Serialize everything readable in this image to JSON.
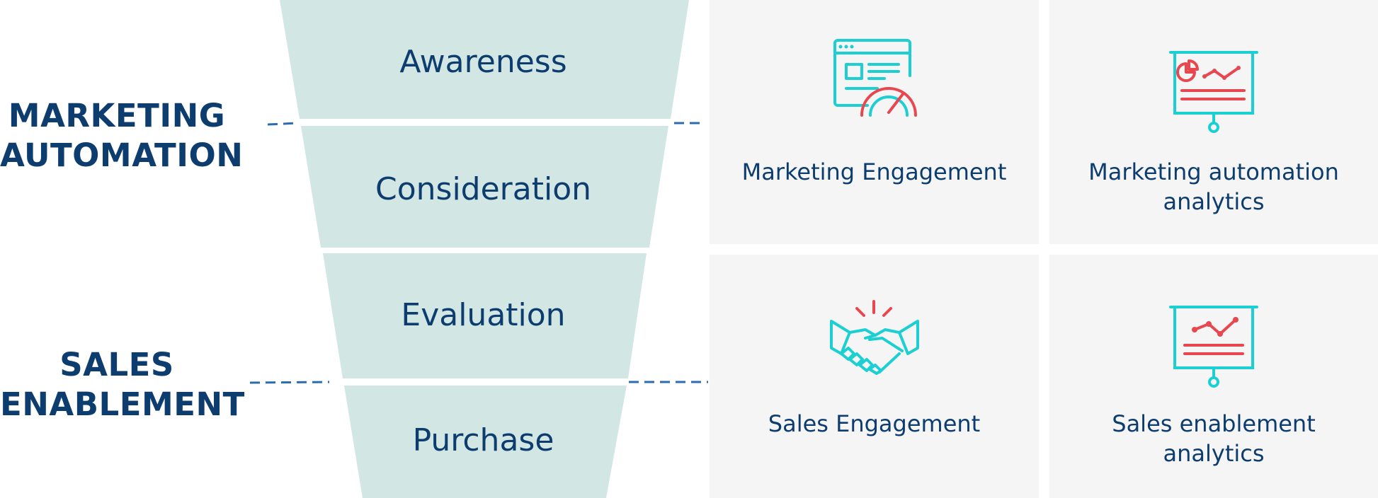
{
  "sections": {
    "marketing": {
      "line1": "MARKETING",
      "line2": "AUTOMATION"
    },
    "sales": {
      "line1": "SALES",
      "line2": "ENABLEMENT"
    }
  },
  "funnel": {
    "stages": [
      "Awareness",
      "Consideration",
      "Evaluation",
      "Purchase"
    ],
    "fill_color": "#d2e6e4"
  },
  "cards": [
    {
      "label_lines": [
        "Marketing Engagement"
      ],
      "icon": "browser-speedometer-icon"
    },
    {
      "label_lines": [
        "Marketing automation",
        "analytics"
      ],
      "icon": "presentation-pie-chart-icon"
    },
    {
      "label_lines": [
        "Sales Engagement"
      ],
      "icon": "handshake-icon"
    },
    {
      "label_lines": [
        "Sales enablement",
        "analytics"
      ],
      "icon": "presentation-line-chart-icon"
    }
  ],
  "colors": {
    "text": "#0d3d6e",
    "dash": "#2b6cb0",
    "icon_teal": "#1ccfd2",
    "icon_red": "#e8474f",
    "card_bg": "#f5f5f5"
  }
}
